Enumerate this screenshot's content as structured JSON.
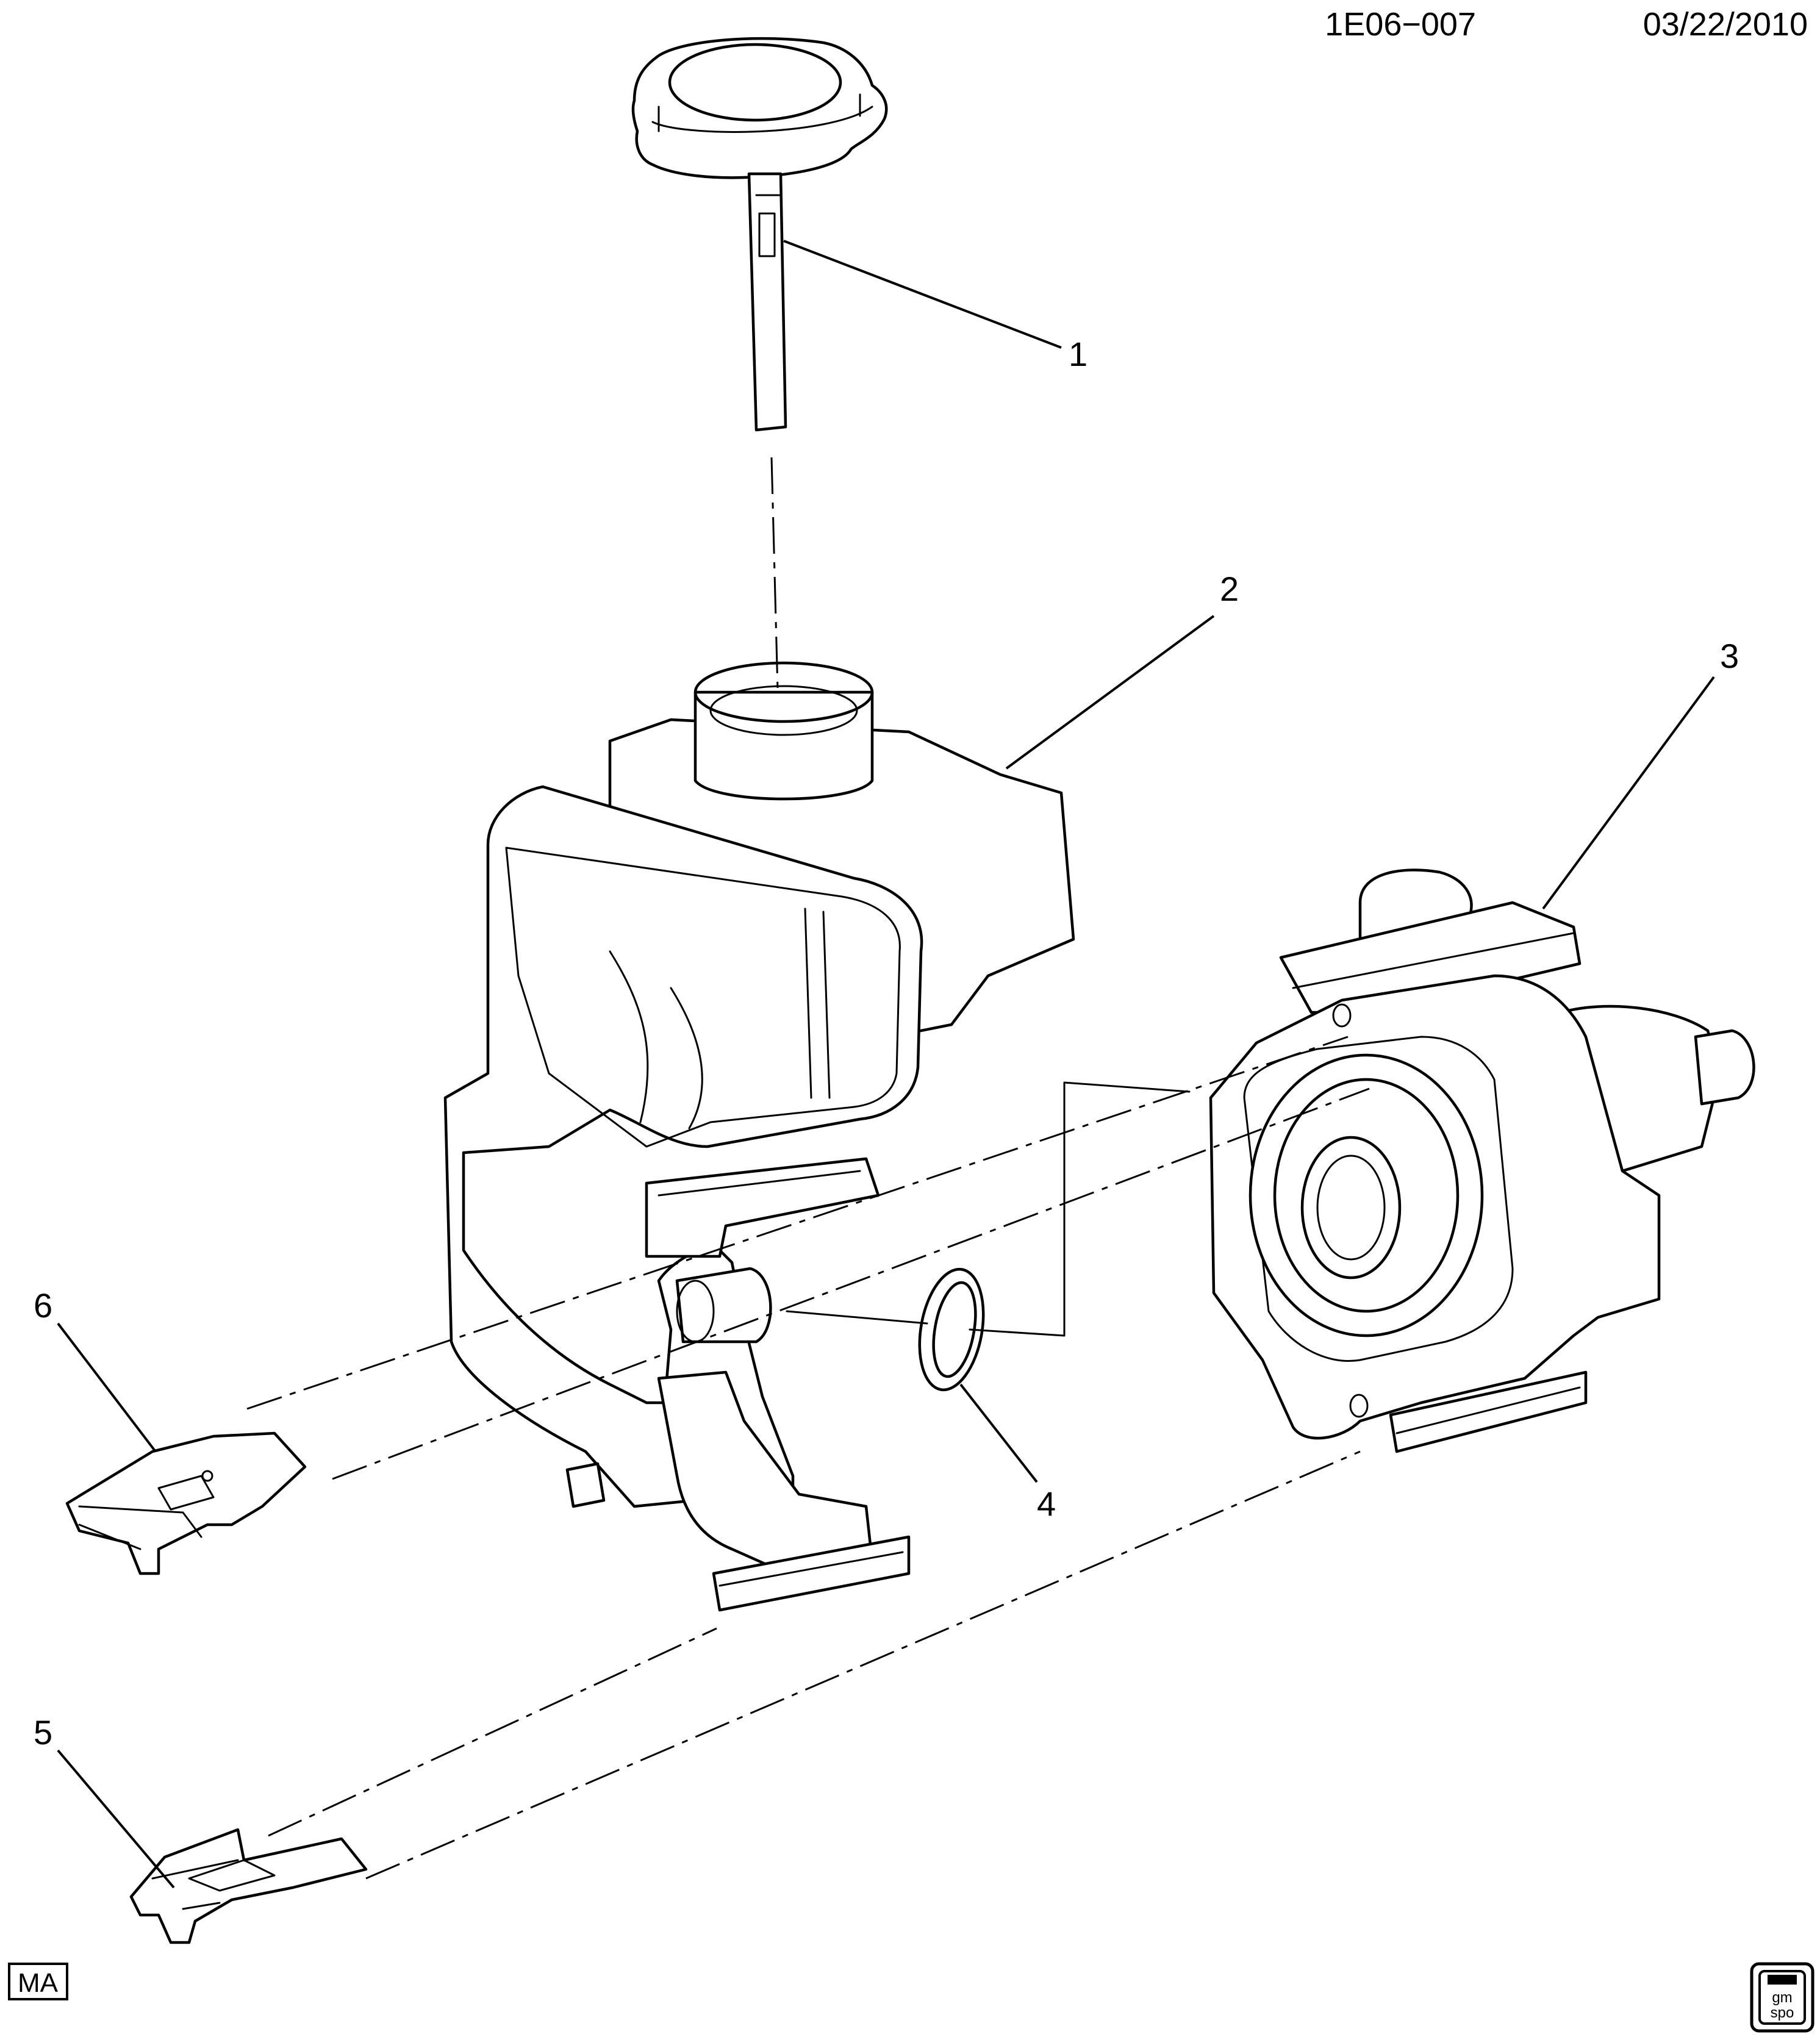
{
  "header": {
    "drawing_id": "1E06−007",
    "date": "03/22/2010"
  },
  "callouts": [
    "1",
    "2",
    "3",
    "4",
    "5",
    "6"
  ],
  "parts": [
    {
      "callout": "1",
      "icon": "dipstick-cap-icon"
    },
    {
      "callout": "2",
      "icon": "fluid-reservoir-icon"
    },
    {
      "callout": "3",
      "icon": "pump-icon"
    },
    {
      "callout": "4",
      "icon": "o-ring-seal-icon"
    },
    {
      "callout": "5",
      "icon": "clip-icon"
    },
    {
      "callout": "6",
      "icon": "clip-icon"
    }
  ],
  "footer": {
    "corner_code": "MA",
    "logo_top": "gm",
    "logo_bottom": "spo"
  },
  "colors": {
    "ink": "#000000",
    "paper": "#ffffff"
  }
}
